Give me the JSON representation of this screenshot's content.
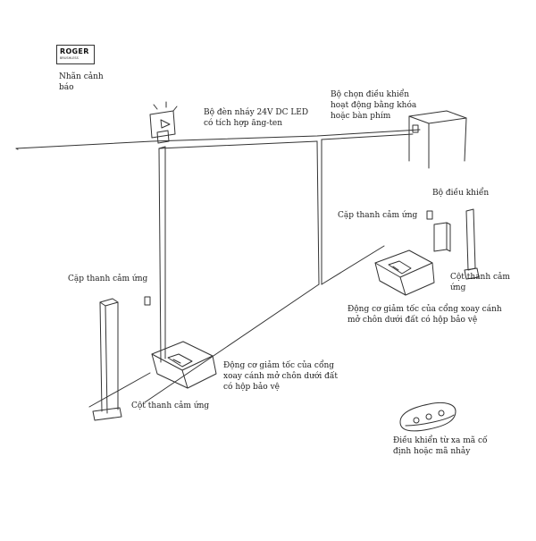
{
  "logo": {
    "brand": "ROGER",
    "sub": "BRUSHLESS"
  },
  "labels": {
    "warning_label": [
      "Nhãn cảnh",
      "báo"
    ],
    "led_flasher": [
      "Bộ đèn nháy 24V DC LED",
      "có tích hợp ăng-ten"
    ],
    "key_selector": [
      "Bộ chọn điều khiển",
      "hoạt động bằng khóa",
      "hoặc bàn phím"
    ],
    "control_unit": [
      "Bộ điều khiển"
    ],
    "photocell_pair_right": [
      "Cặp thanh cảm ứng"
    ],
    "photocell_column_right": [
      "Cột thanh cảm",
      "ứng"
    ],
    "motor_right": [
      "Động cơ giảm tốc của cổng xoay cánh",
      "mở chôn dưới đất có hộp bảo vệ"
    ],
    "photocell_pair_left": [
      "Cặp thanh cảm ứng"
    ],
    "motor_left": [
      "Động cơ giảm tốc của cổng",
      "xoay cánh mở chôn dưới đất",
      "có hộp bảo vệ"
    ],
    "photocell_column_left": [
      "Cột thanh cảm ứng"
    ],
    "remote": [
      "Điều khiển từ xa mã cố",
      "định hoặc mã nhảy"
    ]
  }
}
